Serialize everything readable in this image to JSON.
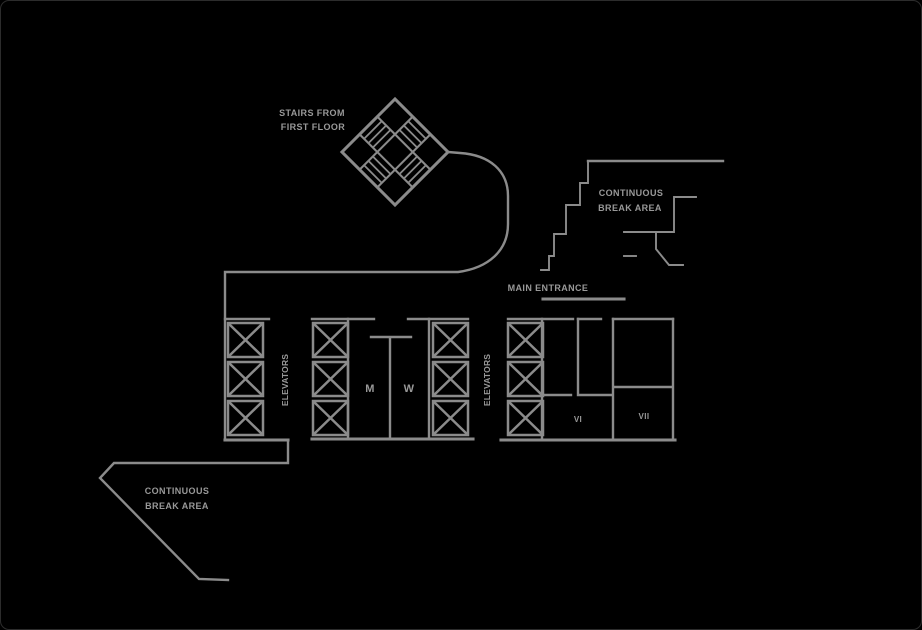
{
  "floor_plan": {
    "stairs_label": {
      "line1": "STAIRS FROM",
      "line2": "FIRST FLOOR"
    },
    "upper_break_area_label": {
      "line1": "CONTINUOUS",
      "line2": "BREAK AREA"
    },
    "lower_break_area_label": {
      "line1": "CONTINUOUS",
      "line2": "BREAK AREA"
    },
    "main_entrance_label": "MAIN ENTRANCE",
    "elevators_label_left": "ELEVATORS",
    "elevators_label_right": "ELEVATORS",
    "room_labels": {
      "men": "M",
      "women": "W",
      "vi": "VI",
      "vii": "VII"
    }
  },
  "colors": {
    "background": "#000000",
    "line": "#8b8b8b",
    "text": "#999999"
  }
}
